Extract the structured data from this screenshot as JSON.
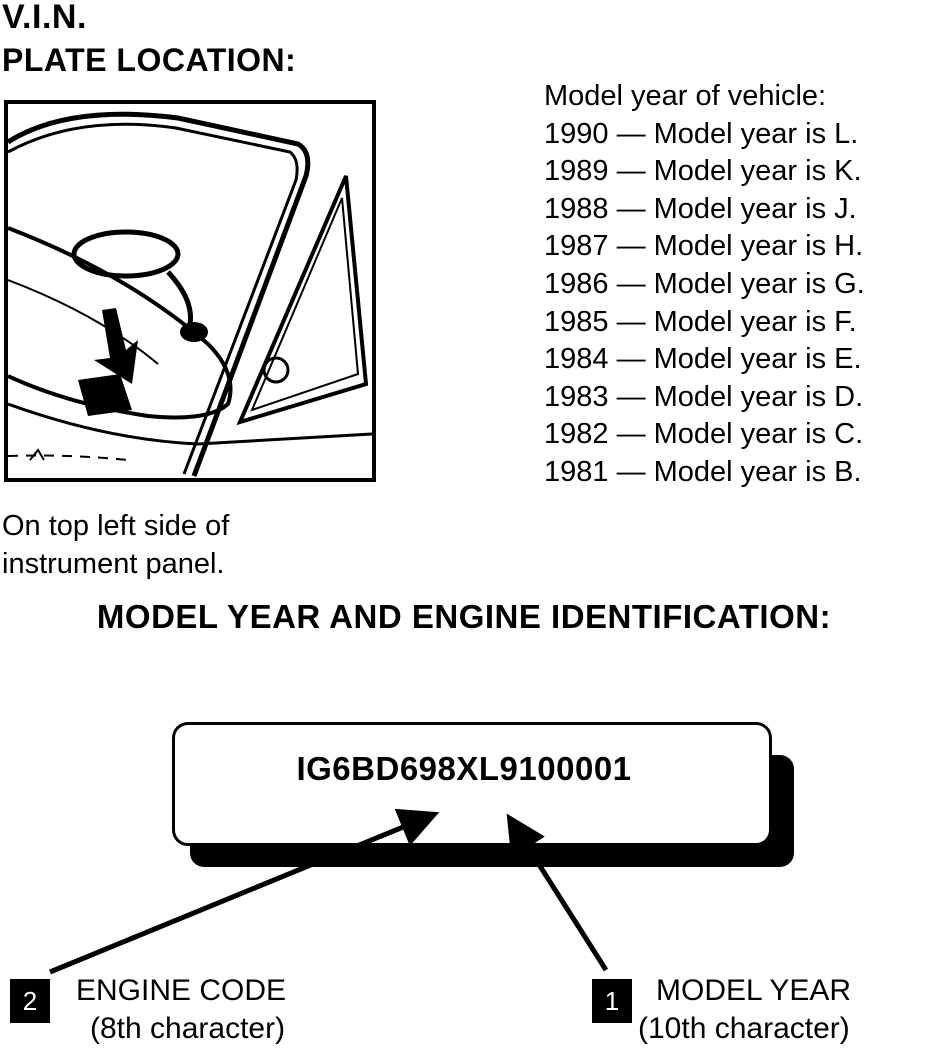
{
  "header": {
    "title": "V.I.N.",
    "subtitle": "PLATE LOCATION:"
  },
  "illustration": {
    "icon": "dashboard-arrow-icon",
    "caption_line1": "On top left side of",
    "caption_line2": "instrument panel."
  },
  "year_list": {
    "heading": "Model year of vehicle:",
    "items": [
      "1990 — Model year is L.",
      "1989 — Model year is K.",
      "1988 — Model year is J.",
      "1987 — Model year is H.",
      "1986 — Model year is G.",
      "1985 — Model year is F.",
      "1984 — Model year is E.",
      "1983 — Model year is D.",
      "1982 — Model year is C.",
      "1981 — Model year is B."
    ]
  },
  "section2": {
    "title": "MODEL YEAR AND ENGINE IDENTIFICATION:",
    "vin_code": "IG6BD698XL9100001",
    "callouts": {
      "engine": {
        "number": "2",
        "label": "ENGINE CODE",
        "detail": "(8th character)"
      },
      "model": {
        "number": "1",
        "label": "MODEL YEAR",
        "detail": "(10th character)"
      }
    }
  }
}
